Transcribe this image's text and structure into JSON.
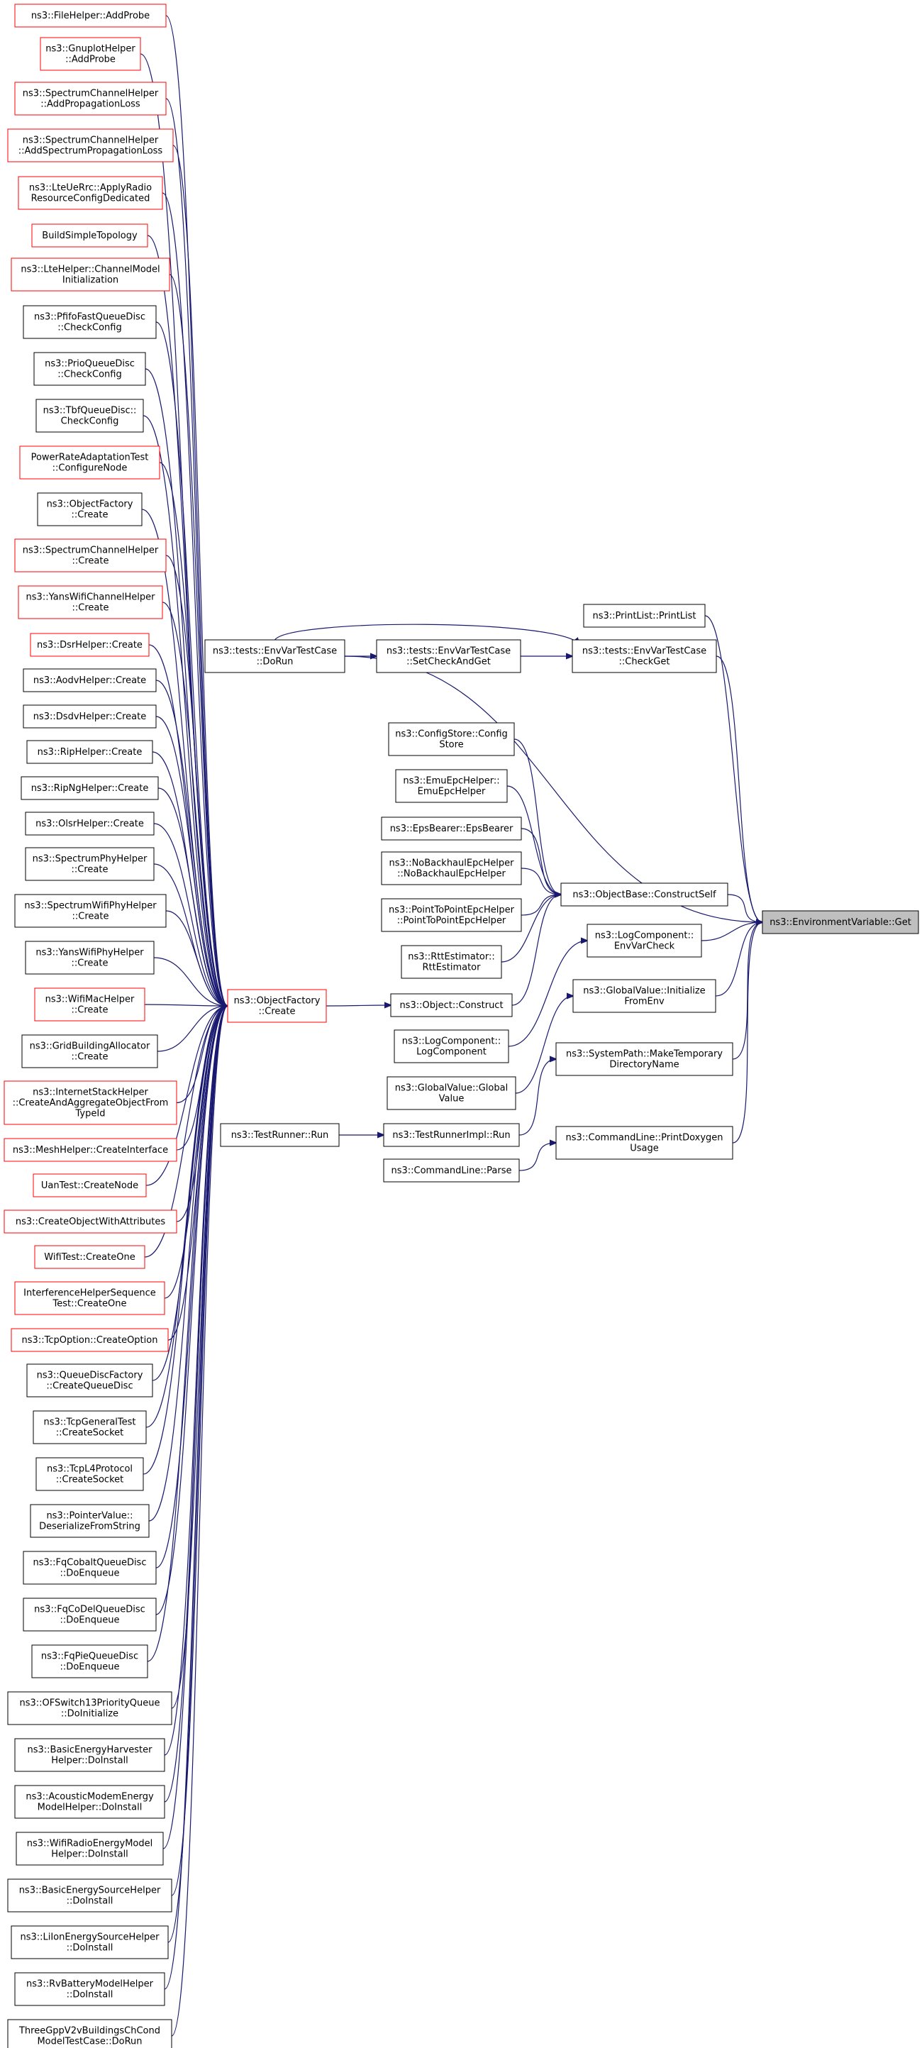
{
  "colors": {
    "edge": "#191970",
    "black_border": "#000000",
    "red_border": "#ff0000",
    "target_fill": "#bfbfbf",
    "node_fill": "#ffffff"
  },
  "nodes": [
    {
      "id": "n_fh_addprobe",
      "lines": [
        "ns3::FileHelper::AddProbe"
      ],
      "border": "red"
    },
    {
      "id": "n_gp_addprobe",
      "lines": [
        "ns3::GnuplotHelper",
        "::AddProbe"
      ],
      "border": "red"
    },
    {
      "id": "n_sch_addproploss",
      "lines": [
        "ns3::SpectrumChannelHelper",
        "::AddPropagationLoss"
      ],
      "border": "red"
    },
    {
      "id": "n_sch_addspecprop",
      "lines": [
        "ns3::SpectrumChannelHelper",
        "::AddSpectrumPropagationLoss"
      ],
      "border": "red"
    },
    {
      "id": "n_lterrc_apply",
      "lines": [
        "ns3::LteUeRrc::ApplyRadio",
        "ResourceConfigDedicated"
      ],
      "border": "red"
    },
    {
      "id": "n_buildsimple",
      "lines": [
        "BuildSimpleTopology"
      ],
      "border": "red"
    },
    {
      "id": "n_lte_channelmodel",
      "lines": [
        "ns3::LteHelper::ChannelModel",
        "Initialization"
      ],
      "border": "red"
    },
    {
      "id": "n_pfifo_check",
      "lines": [
        "ns3::PfifoFastQueueDisc",
        "::CheckConfig"
      ],
      "border": "black"
    },
    {
      "id": "n_prio_check",
      "lines": [
        "ns3::PrioQueueDisc",
        "::CheckConfig"
      ],
      "border": "black"
    },
    {
      "id": "n_tbf_check",
      "lines": [
        "ns3::TbfQueueDisc::",
        "CheckConfig"
      ],
      "border": "black"
    },
    {
      "id": "n_powerrate",
      "lines": [
        "PowerRateAdaptationTest",
        "::ConfigureNode"
      ],
      "border": "red"
    },
    {
      "id": "n_objfactory_create_l",
      "lines": [
        "ns3::ObjectFactory",
        "::Create"
      ],
      "border": "black"
    },
    {
      "id": "n_sch_create",
      "lines": [
        "ns3::SpectrumChannelHelper",
        "::Create"
      ],
      "border": "red"
    },
    {
      "id": "n_yans_ch_create",
      "lines": [
        "ns3::YansWifiChannelHelper",
        "::Create"
      ],
      "border": "red"
    },
    {
      "id": "n_dsr_create",
      "lines": [
        "ns3::DsrHelper::Create"
      ],
      "border": "red"
    },
    {
      "id": "n_aodv_create",
      "lines": [
        "ns3::AodvHelper::Create"
      ],
      "border": "black"
    },
    {
      "id": "n_dsdv_create",
      "lines": [
        "ns3::DsdvHelper::Create"
      ],
      "border": "black"
    },
    {
      "id": "n_rip_create",
      "lines": [
        "ns3::RipHelper::Create"
      ],
      "border": "black"
    },
    {
      "id": "n_ripng_create",
      "lines": [
        "ns3::RipNgHelper::Create"
      ],
      "border": "black"
    },
    {
      "id": "n_olsr_create",
      "lines": [
        "ns3::OlsrHelper::Create"
      ],
      "border": "black"
    },
    {
      "id": "n_specphy_create",
      "lines": [
        "ns3::SpectrumPhyHelper",
        "::Create"
      ],
      "border": "black"
    },
    {
      "id": "n_specwifiphy_create",
      "lines": [
        "ns3::SpectrumWifiPhyHelper",
        "::Create"
      ],
      "border": "black"
    },
    {
      "id": "n_yanswifiphy_create",
      "lines": [
        "ns3::YansWifiPhyHelper",
        "::Create"
      ],
      "border": "black"
    },
    {
      "id": "n_wifimac_create",
      "lines": [
        "ns3::WifiMacHelper",
        "::Create"
      ],
      "border": "red"
    },
    {
      "id": "n_gridbuilding",
      "lines": [
        "ns3::GridBuildingAllocator",
        "::Create"
      ],
      "border": "black"
    },
    {
      "id": "n_inetstack",
      "lines": [
        "ns3::InternetStackHelper",
        "::CreateAndAggregateObjectFrom",
        "TypeId"
      ],
      "border": "red"
    },
    {
      "id": "n_mesh_createif",
      "lines": [
        "ns3::MeshHelper::CreateInterface"
      ],
      "border": "red"
    },
    {
      "id": "n_uan_createnode",
      "lines": [
        "UanTest::CreateNode"
      ],
      "border": "red"
    },
    {
      "id": "n_createobjattr",
      "lines": [
        "ns3::CreateObjectWithAttributes"
      ],
      "border": "red"
    },
    {
      "id": "n_wifitest_createone",
      "lines": [
        "WifiTest::CreateOne"
      ],
      "border": "red"
    },
    {
      "id": "n_interference",
      "lines": [
        "InterferenceHelperSequence",
        "Test::CreateOne"
      ],
      "border": "red"
    },
    {
      "id": "n_tcpoption",
      "lines": [
        "ns3::TcpOption::CreateOption"
      ],
      "border": "red"
    },
    {
      "id": "n_qdiscfactory",
      "lines": [
        "ns3::QueueDiscFactory",
        "::CreateQueueDisc"
      ],
      "border": "black"
    },
    {
      "id": "n_tcpgeneral",
      "lines": [
        "ns3::TcpGeneralTest",
        "::CreateSocket"
      ],
      "border": "black"
    },
    {
      "id": "n_tcpl4",
      "lines": [
        "ns3::TcpL4Protocol",
        "::CreateSocket"
      ],
      "border": "black"
    },
    {
      "id": "n_pointervalue",
      "lines": [
        "ns3::PointerValue::",
        "DeserializeFromString"
      ],
      "border": "black"
    },
    {
      "id": "n_fqcobalt",
      "lines": [
        "ns3::FqCobaltQueueDisc",
        "::DoEnqueue"
      ],
      "border": "black"
    },
    {
      "id": "n_fqcodel",
      "lines": [
        "ns3::FqCoDelQueueDisc",
        "::DoEnqueue"
      ],
      "border": "black"
    },
    {
      "id": "n_fqpie",
      "lines": [
        "ns3::FqPieQueueDisc",
        "::DoEnqueue"
      ],
      "border": "black"
    },
    {
      "id": "n_ofswitch",
      "lines": [
        "ns3::OFSwitch13PriorityQueue",
        "::DoInitialize"
      ],
      "border": "black"
    },
    {
      "id": "n_basicharvester",
      "lines": [
        "ns3::BasicEnergyHarvester",
        "Helper::DoInstall"
      ],
      "border": "black"
    },
    {
      "id": "n_acoustic",
      "lines": [
        "ns3::AcousticModemEnergy",
        "ModelHelper::DoInstall"
      ],
      "border": "black"
    },
    {
      "id": "n_wifiradio",
      "lines": [
        "ns3::WifiRadioEnergyModel",
        "Helper::DoInstall"
      ],
      "border": "black"
    },
    {
      "id": "n_basicsource",
      "lines": [
        "ns3::BasicEnergySourceHelper",
        "::DoInstall"
      ],
      "border": "black"
    },
    {
      "id": "n_liion",
      "lines": [
        "ns3::LiIonEnergySourceHelper",
        "::DoInstall"
      ],
      "border": "black"
    },
    {
      "id": "n_rvbattery",
      "lines": [
        "ns3::RvBatteryModelHelper",
        "::DoInstall"
      ],
      "border": "black"
    },
    {
      "id": "n_threegpp",
      "lines": [
        "ThreeGppV2vBuildingsChCond",
        "ModelTestCase::DoRun"
      ],
      "border": "black"
    },
    {
      "id": "n_envvar_dorun",
      "lines": [
        "ns3::tests::EnvVarTestCase",
        "::DoRun"
      ],
      "border": "black"
    },
    {
      "id": "n_objfactory_create",
      "lines": [
        "ns3::ObjectFactory",
        "::Create"
      ],
      "border": "red"
    },
    {
      "id": "n_testrunner_run",
      "lines": [
        "ns3::TestRunner::Run"
      ],
      "border": "black"
    },
    {
      "id": "n_setcheckandget",
      "lines": [
        "ns3::tests::EnvVarTestCase",
        "::SetCheckAndGet"
      ],
      "border": "black"
    },
    {
      "id": "n_configstore",
      "lines": [
        "ns3::ConfigStore::Config",
        "Store"
      ],
      "border": "black"
    },
    {
      "id": "n_emuepc",
      "lines": [
        "ns3::EmuEpcHelper::",
        "EmuEpcHelper"
      ],
      "border": "black"
    },
    {
      "id": "n_epsbearer",
      "lines": [
        "ns3::EpsBearer::EpsBearer"
      ],
      "border": "black"
    },
    {
      "id": "n_nobackhaul",
      "lines": [
        "ns3::NoBackhaulEpcHelper",
        "::NoBackhaulEpcHelper"
      ],
      "border": "black"
    },
    {
      "id": "n_p2pepc",
      "lines": [
        "ns3::PointToPointEpcHelper",
        "::PointToPointEpcHelper"
      ],
      "border": "black"
    },
    {
      "id": "n_rttestimator",
      "lines": [
        "ns3::RttEstimator::",
        "RttEstimator"
      ],
      "border": "black"
    },
    {
      "id": "n_object_construct",
      "lines": [
        "ns3::Object::Construct"
      ],
      "border": "black"
    },
    {
      "id": "n_logcomponent_ctor",
      "lines": [
        "ns3::LogComponent::",
        "LogComponent"
      ],
      "border": "black"
    },
    {
      "id": "n_globalvalue_ctor",
      "lines": [
        "ns3::GlobalValue::Global",
        "Value"
      ],
      "border": "black"
    },
    {
      "id": "n_testrunnerimpl",
      "lines": [
        "ns3::TestRunnerImpl::Run"
      ],
      "border": "black"
    },
    {
      "id": "n_cmdline_parse",
      "lines": [
        "ns3::CommandLine::Parse"
      ],
      "border": "black"
    },
    {
      "id": "n_printlist",
      "lines": [
        "ns3::PrintList::PrintList"
      ],
      "border": "black"
    },
    {
      "id": "n_checkget",
      "lines": [
        "ns3::tests::EnvVarTestCase",
        "::CheckGet"
      ],
      "border": "black"
    },
    {
      "id": "n_constructself",
      "lines": [
        "ns3::ObjectBase::ConstructSelf"
      ],
      "border": "black"
    },
    {
      "id": "n_envvarcheck",
      "lines": [
        "ns3::LogComponent::",
        "EnvVarCheck"
      ],
      "border": "black"
    },
    {
      "id": "n_gv_initfromenv",
      "lines": [
        "ns3::GlobalValue::Initialize",
        "FromEnv"
      ],
      "border": "black"
    },
    {
      "id": "n_maketempdir",
      "lines": [
        "ns3::SystemPath::MakeTemporary",
        "DirectoryName"
      ],
      "border": "black"
    },
    {
      "id": "n_printdoxygen",
      "lines": [
        "ns3::CommandLine::PrintDoxygen",
        "Usage"
      ],
      "border": "black"
    },
    {
      "id": "n_envvar_get",
      "lines": [
        "ns3::EnvironmentVariable::Get"
      ],
      "border": "black",
      "highlight": true
    }
  ]
}
